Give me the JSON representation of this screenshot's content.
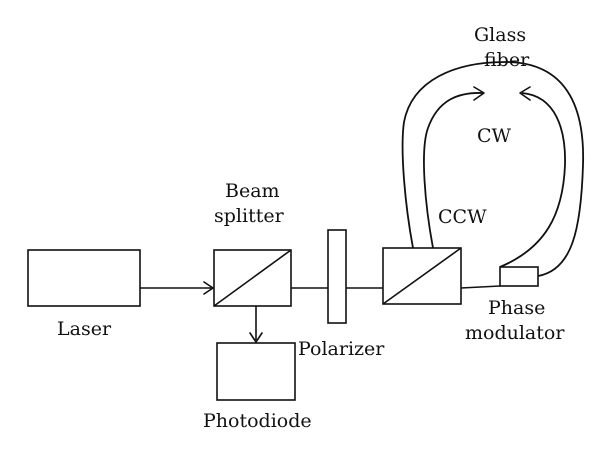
{
  "labels": {
    "laser": "Laser",
    "beam_splitter_line1": "Beam",
    "beam_splitter_line2": "splitter",
    "photodiode": "Photodiode",
    "polarizer": "Polarizer",
    "phase_modulator_line1": "Phase",
    "phase_modulator_line2": "modulator",
    "glass_fiber_line1": "Glass",
    "glass_fiber_line2": "fiber",
    "cw": "CW",
    "ccw": "CCW"
  }
}
